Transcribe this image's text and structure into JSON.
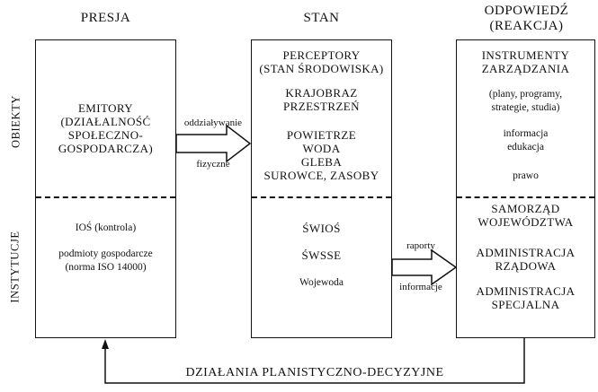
{
  "columns": {
    "presja": "PRESJA",
    "stan": "STAN",
    "odpowiedz_line1": "ODPOWIEDŹ",
    "odpowiedz_line2": "(REAKCJA)"
  },
  "rows": {
    "obiekty": "OBIEKTY",
    "instytucje": "INSTYTUCJE"
  },
  "presja_box": {
    "top": [
      "EMITORY",
      "(DZIAŁALNOŚĆ",
      "SPOŁECZNO-",
      "GOSPODARCZA)"
    ],
    "bottom": [
      "IOŚ (kontrola)",
      "podmioty gospodarcze",
      "(norma ISO 14000)"
    ]
  },
  "stan_box": {
    "top_a": [
      "PERCEPTORY",
      "(STAN ŚRODOWISKA)"
    ],
    "top_b": [
      "KRAJOBRAZ",
      "PRZESTRZEŃ"
    ],
    "top_c": [
      "POWIETRZE",
      "WODA",
      "GLEBA",
      "SUROWCE, ZASOBY"
    ],
    "bottom": [
      "ŚWIOŚ",
      "ŚWSSE",
      "Wojewoda"
    ]
  },
  "odpowiedz_box": {
    "top_a": [
      "INSTRUMENTY",
      "ZARZĄDZANIA"
    ],
    "top_b": [
      "(plany, programy,",
      "strategie, studia)"
    ],
    "top_c": [
      "informacja",
      "edukacja"
    ],
    "top_d": "prawo",
    "bottom_a": [
      "SAMORZĄD",
      "WOJEWÓDZTWA"
    ],
    "bottom_b": [
      "ADMINISTRACJA",
      "RZĄDOWA"
    ],
    "bottom_c": [
      "ADMINISTRACJA",
      "SPECJALNA"
    ]
  },
  "arrows": {
    "top_label_above": "oddziaływanie",
    "top_label_below": "fizyczne",
    "bottom_label_above": "raporty",
    "bottom_label_below": "informacje"
  },
  "feedback_label": "DZIAŁANIA PLANISTYCZNO-DECYZYJNE"
}
